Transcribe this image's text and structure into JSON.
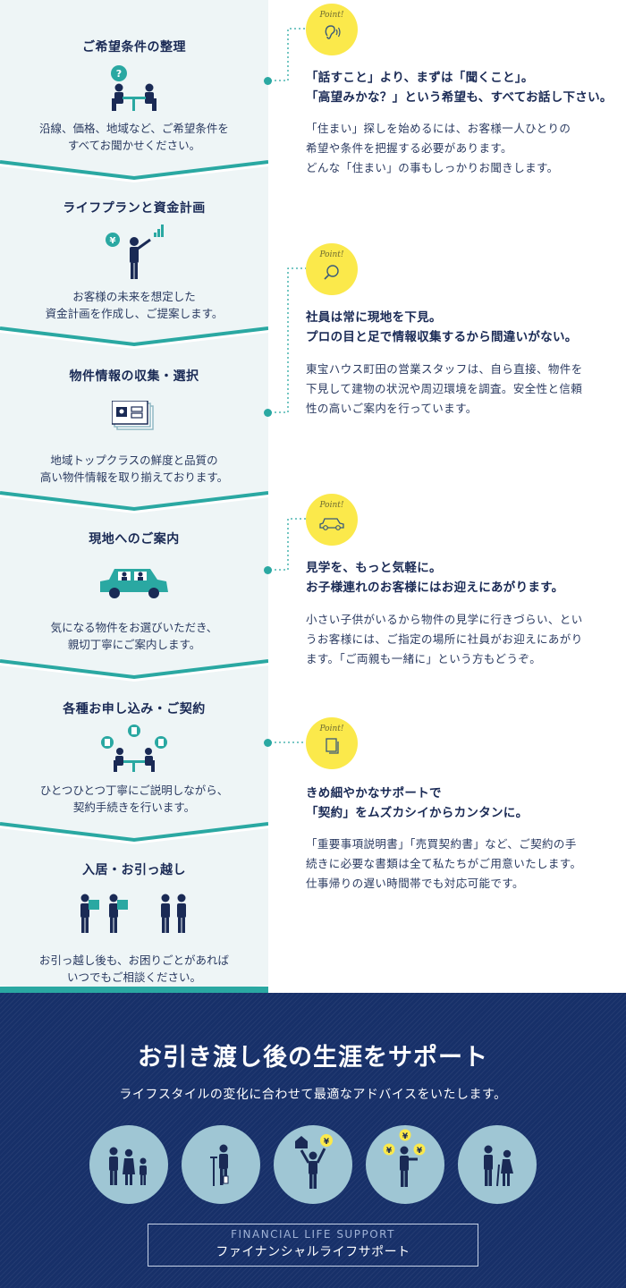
{
  "steps": [
    {
      "title": "ご希望条件の整理",
      "desc1": "沿線、価格、地域など、ご希望条件を",
      "desc2": "すべてお聞かせください。"
    },
    {
      "title": "ライフプランと資金計画",
      "desc1": "お客様の未来を想定した",
      "desc2": "資金計画を作成し、ご提案します。"
    },
    {
      "title": "物件情報の収集・選択",
      "desc1": "地域トップクラスの鮮度と品質の",
      "desc2": "高い物件情報を取り揃えております。"
    },
    {
      "title": "現地へのご案内",
      "desc1": "気になる物件をお選びいただき、",
      "desc2": "親切丁寧にご案内します。"
    },
    {
      "title": "各種お申し込み・ご契約",
      "desc1": "ひとつひとつ丁寧にご説明しながら、",
      "desc2": "契約手続きを行います。"
    },
    {
      "title": "入居・お引っ越し",
      "desc1": "お引っ越し後も、お困りごとがあれば",
      "desc2": "いつでもご相談ください。"
    }
  ],
  "points": [
    {
      "badge": "Point!",
      "icon": "ear-icon",
      "heading1": "「話すこと」より、まずは「聞くこと」。",
      "heading2": "「高望みかな？」という希望も、すべてお話し下さい。",
      "body1": "「住まい」探しを始めるには、お客様一人ひとりの",
      "body2": "希望や条件を把握する必要があります。",
      "body3": "どんな「住まい」の事もしっかりお聞きします。"
    },
    {
      "badge": "Point!",
      "icon": "magnifier-icon",
      "heading1": "社員は常に現地を下見。",
      "heading2": "プロの目と足で情報収集するから間違いがない。",
      "body1": "東宝ハウス町田の営業スタッフは、自ら直接、物件を",
      "body2": "下見して建物の状況や周辺環境を調査。安全性と信頼",
      "body3": "性の高いご案内を行っています。"
    },
    {
      "badge": "Point!",
      "icon": "car-icon",
      "heading1": "見学を、もっと気軽に。",
      "heading2": "お子様連れのお客様にはお迎えにあがります。",
      "body1": "小さい子供がいるから物件の見学に行きづらい、とい",
      "body2": "うお客様には、ご指定の場所に社員がお迎えにあがり",
      "body3": "ます。「ご両親も一緒に」という方もどうぞ。"
    },
    {
      "badge": "Point!",
      "icon": "document-icon",
      "heading1": "きめ細やかなサポートで",
      "heading2": "「契約」をムズカシイからカンタンに。",
      "body1": "「重要事項説明書」「売買契約書」など、ご契約の手",
      "body2": "続きに必要な書類は全て私たちがご用意いたします。",
      "body3": "仕事帰りの遅い時間帯でも対応可能です。"
    }
  ],
  "support": {
    "title": "お引き渡し後の生涯をサポート",
    "subtitle": "ライフスタイルの変化に合わせて最適なアドバイスをいたします。",
    "icons": [
      "family-icon",
      "injury-icon",
      "house-money-icon",
      "money-icon",
      "elderly-icon"
    ],
    "fls_en": "FINANCIAL LIFE SUPPORT",
    "fls_jp": "ファイナンシャルライフサポート"
  },
  "colors": {
    "accent_teal": "#2aa8a2",
    "panel_bg": "#eef5f6",
    "navy": "#173069",
    "point_yellow": "#fbe94b"
  }
}
